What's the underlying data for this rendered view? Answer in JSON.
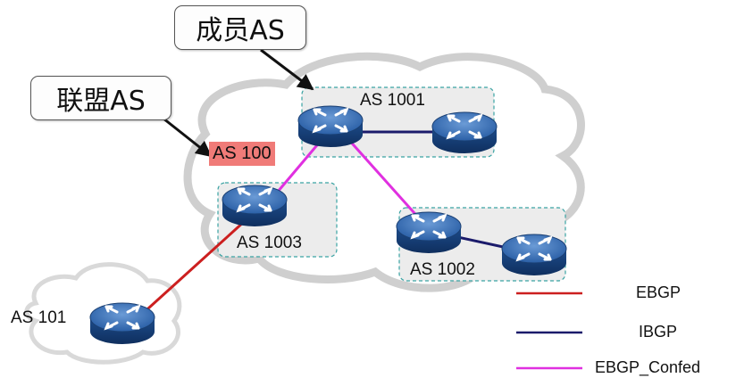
{
  "callouts": {
    "member_as": "成员AS",
    "confederation_as": "联盟AS"
  },
  "as_labels": {
    "as100": "AS 100",
    "as1001": "AS 1001",
    "as1002": "AS 1002",
    "as1003": "AS 1003",
    "as101": "AS 101"
  },
  "legend": {
    "ebgp": "EBGP",
    "ibgp": "IBGP",
    "ebgp_confed": "EBGP_Confed"
  },
  "colors": {
    "ebgp": "#cc1f1f",
    "ibgp": "#1b1b6b",
    "ebgp_confed": "#e030e0",
    "as100_highlight": "#f07b78",
    "router": "#1f4f8a"
  },
  "icons": {
    "router": "router-icon",
    "cloud": "cloud-shape",
    "arrow": "pointer-arrow"
  }
}
